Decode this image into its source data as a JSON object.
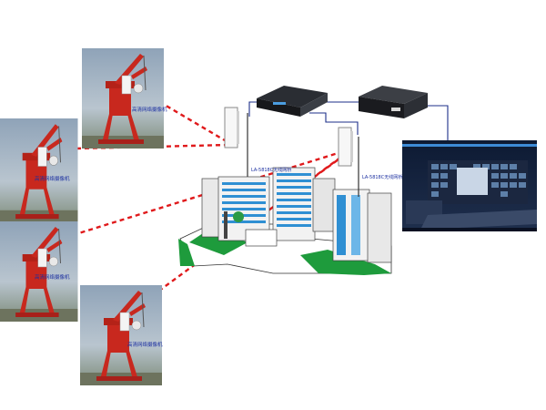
{
  "cranes": [
    {
      "label": "高清网络摄像机"
    },
    {
      "label": "高清网络摄像机"
    },
    {
      "label": "高清网络摄像机"
    },
    {
      "label": "高清网络摄像机"
    }
  ],
  "ap_labels": [
    "LA-5818C无线网桥",
    "LA-5818C无线网桥"
  ],
  "colors": {
    "link": "#e0191b",
    "wire": "#1c2f8a",
    "crane": "#c8281e",
    "sky": "#9fb2c4",
    "building": "#2f8fd3",
    "grass": "#1e9b3c"
  }
}
